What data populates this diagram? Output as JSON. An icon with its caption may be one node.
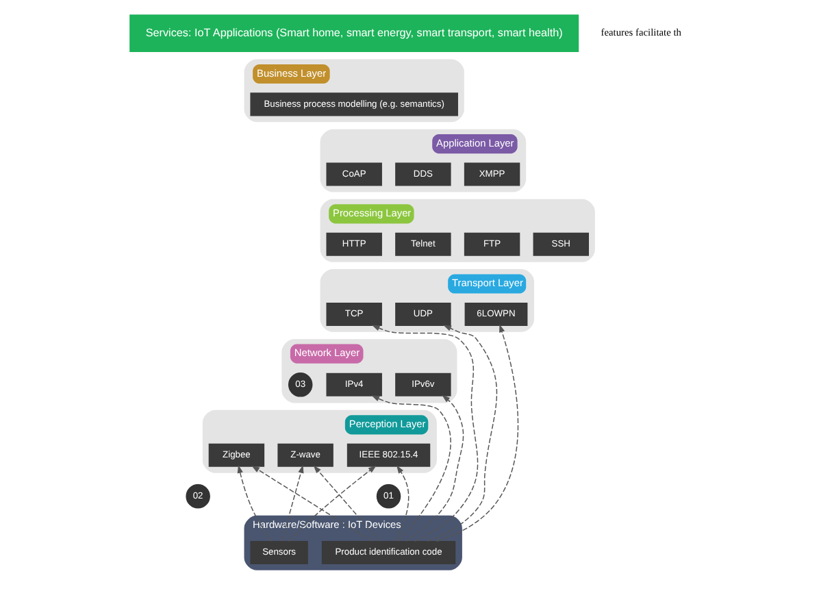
{
  "diagram": {
    "nodes": [
      {
        "text": [
          "Services: IoT Applications (Smart home, smart energy, smart transport, smart health)"
        ]
      },
      {
        "text": [
          "Business Layer"
        ]
      },
      {
        "text": [
          "Business process modelling (e.g. semantics)"
        ],
        "in": 1
      },
      {
        "text": [
          "Application Layer"
        ]
      },
      {
        "text": [
          "CoAP"
        ],
        "in": 3
      },
      {
        "text": [
          "DDS"
        ],
        "in": 3
      },
      {
        "text": [
          "XMPP"
        ],
        "in": 3
      },
      {
        "text": [
          "Processing Layer"
        ]
      },
      {
        "text": [
          "HTTP"
        ],
        "in": 7
      },
      {
        "text": [
          "Telnet"
        ],
        "in": 7
      },
      {
        "text": [
          "FTP"
        ],
        "in": 7
      },
      {
        "text": [
          "SSH"
        ],
        "in": 7
      },
      {
        "text": [
          "Transport Layer"
        ]
      },
      {
        "text": [
          "TCP"
        ],
        "in": 12
      },
      {
        "text": [
          "UDP"
        ],
        "in": 12
      },
      {
        "text": [
          "6LOWPN"
        ],
        "in": 12
      },
      {
        "text": [
          "Network Layer"
        ]
      },
      {
        "text": [
          "03"
        ],
        "in": 16
      },
      {
        "text": [
          "IPv4"
        ],
        "in": 16
      },
      {
        "text": [
          "IPv6v"
        ],
        "in": 16
      },
      {
        "text": [
          "Perception Layer"
        ]
      },
      {
        "text": [
          "Zigbee"
        ],
        "in": 20
      },
      {
        "text": [
          "Z-wave"
        ],
        "in": 20
      },
      {
        "text": [
          "IEEE 802.15.4"
        ],
        "in": 20
      },
      {
        "text": [
          "02"
        ]
      },
      {
        "text": [
          "01"
        ]
      },
      {
        "text": [
          "Hardware/Software : IoT Devices"
        ]
      },
      {
        "text": [
          "Sensors"
        ],
        "in": 26
      },
      {
        "text": [
          "Product identification code"
        ],
        "in": 26
      }
    ],
    "edges": [
      {
        "from": 27,
        "to": 21,
        "arrow": "to",
        "style": "dashed"
      },
      {
        "from": 27,
        "to": 22,
        "arrow": "to",
        "style": "dashed"
      },
      {
        "from": 27,
        "to": 23,
        "arrow": "to",
        "style": "dashed"
      },
      {
        "from": 28,
        "to": 21,
        "arrow": "to",
        "style": "dashed"
      },
      {
        "from": 28,
        "to": 22,
        "arrow": "to",
        "style": "dashed"
      },
      {
        "from": 28,
        "to": 23,
        "arrow": "to",
        "style": "dashed"
      },
      {
        "from": 28,
        "to": 18,
        "arrow": "to",
        "style": "dashed"
      },
      {
        "from": 28,
        "to": 19,
        "arrow": "to",
        "style": "dashed"
      },
      {
        "from": 28,
        "to": 13,
        "arrow": "to",
        "style": "dashed"
      },
      {
        "from": 28,
        "to": 14,
        "arrow": "to",
        "style": "dashed"
      },
      {
        "from": 28,
        "to": 15,
        "arrow": "to",
        "style": "dashed"
      }
    ],
    "labels": [
      "features facilitate th"
    ]
  }
}
